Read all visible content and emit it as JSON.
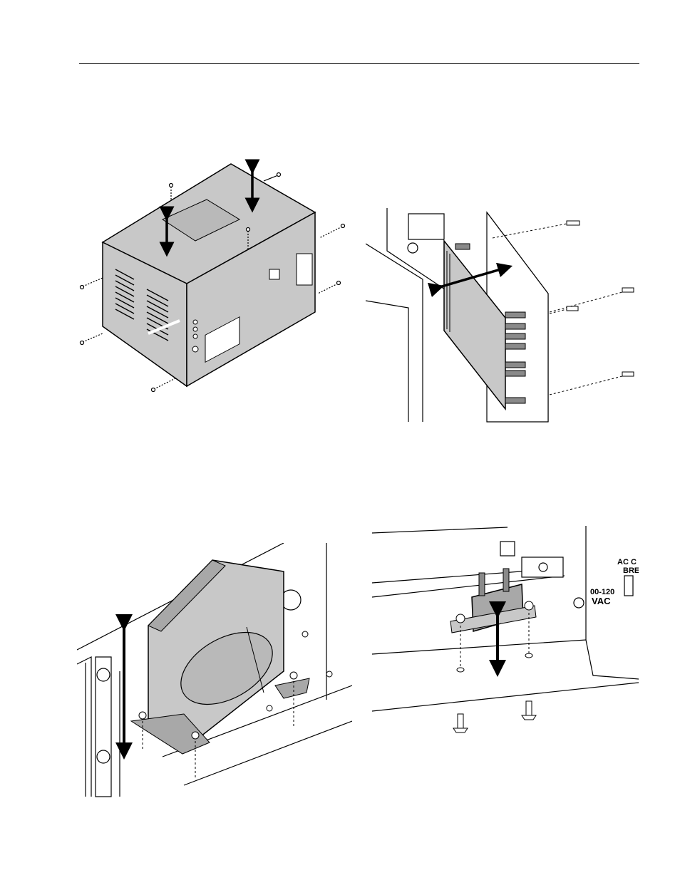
{
  "header": {
    "rule_color": "#000000"
  },
  "colors": {
    "line": "#000000",
    "panel_gray": "#c8c8c8",
    "dark_gray": "#8a8a8a",
    "mid_gray": "#a8a8a8",
    "paper": "#ffffff"
  },
  "figures": [
    {
      "id": "enclosure",
      "icons": [
        "up-down-arrow-icon",
        "screw-icon",
        "vent-slots-icon"
      ]
    },
    {
      "id": "circuit-board",
      "icons": [
        "double-arrow-icon",
        "standoff-icon",
        "screw-icon"
      ]
    },
    {
      "id": "transformer",
      "icons": [
        "up-down-arrow-icon",
        "nut-icon"
      ]
    },
    {
      "id": "breaker",
      "labels": {
        "ac_line1": "AC C",
        "ac_line2": "BREA",
        "voltage_line1": "00-120",
        "voltage_line2": "VAC"
      },
      "icons": [
        "up-down-arrow-icon",
        "screw-icon"
      ]
    }
  ]
}
